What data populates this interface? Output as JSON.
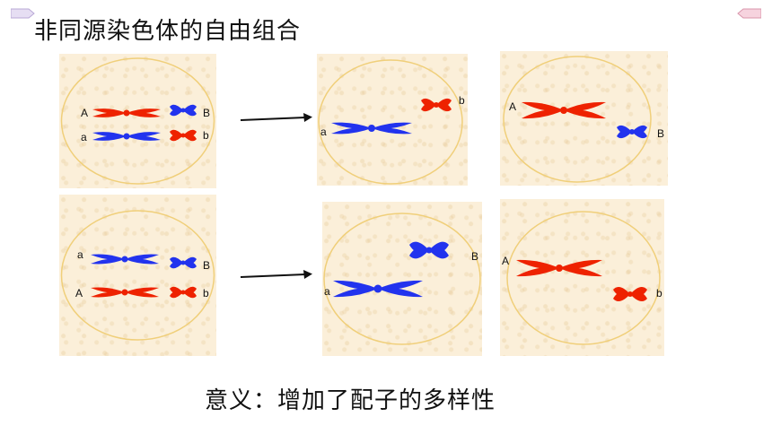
{
  "title": "非同源染色体的自由组合",
  "footer": "意义：增加了配子的多样性",
  "colors": {
    "red": "#ee2200",
    "blue": "#2233ee",
    "membrane": "#f0cf7a",
    "panel": "#fbefd9"
  },
  "rows": [
    {
      "parent": {
        "top": {
          "long": "A",
          "short": "B"
        },
        "bottom": {
          "long": "a",
          "short": "b"
        }
      },
      "result_1": {
        "long": "a",
        "short": "b"
      },
      "result_2": {
        "long": "A",
        "short": "B"
      }
    },
    {
      "parent": {
        "top": {
          "long": "a",
          "short": "B"
        },
        "bottom": {
          "long": "A",
          "short": "b"
        }
      },
      "result_1": {
        "long": "a",
        "short": "B"
      },
      "result_2": {
        "long": "A",
        "short": "b"
      }
    }
  ]
}
